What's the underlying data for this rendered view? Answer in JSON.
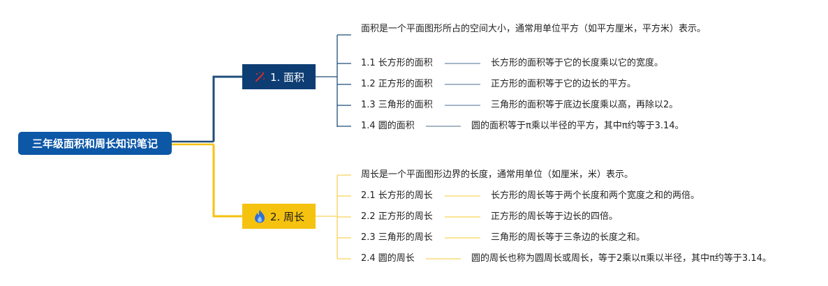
{
  "root": {
    "title": "三年级面积和周长知识笔记"
  },
  "branches": [
    {
      "label": "1. 面积",
      "icon": "sparkle-wand-icon",
      "color": "#0d3d73",
      "line_color": "#1f4e79",
      "definition": "面积是一个平面图形所占的空间大小，通常用单位平方（如平方厘米，平方米）表示。",
      "items": [
        {
          "title": "1.1 长方形的面积",
          "desc": "长方形的面积等于它的长度乘以它的宽度。"
        },
        {
          "title": "1.2 正方形的面积",
          "desc": "正方形的面积等于它的边长的平方。"
        },
        {
          "title": "1.3 三角形的面积",
          "desc": "三角形的面积等于底边长度乘以高，再除以2。"
        },
        {
          "title": "1.4 圆的面积",
          "desc": "圆的面积等于π乘以半径的平方，其中π约等于3.14。"
        }
      ]
    },
    {
      "label": "2. 周长",
      "icon": "fire-icon",
      "color": "#f5c210",
      "line_color": "#f5c210",
      "definition": "周长是一个平面图形边界的长度，通常用单位（如厘米，米）表示。",
      "items": [
        {
          "title": "2.1 长方形的周长",
          "desc": "长方形的周长等于两个长度和两个宽度之和的两倍。"
        },
        {
          "title": "2.2 正方形的周长",
          "desc": "正方形的周长等于边长的四倍。"
        },
        {
          "title": "2.3 三角形的周长",
          "desc": "三角形的周长等于三条边的长度之和。"
        },
        {
          "title": "2.4 圆的周长",
          "desc": "圆的周长也称为圆周长或周长，等于2乘以π乘以半径，其中π约等于3.14。"
        }
      ]
    }
  ]
}
